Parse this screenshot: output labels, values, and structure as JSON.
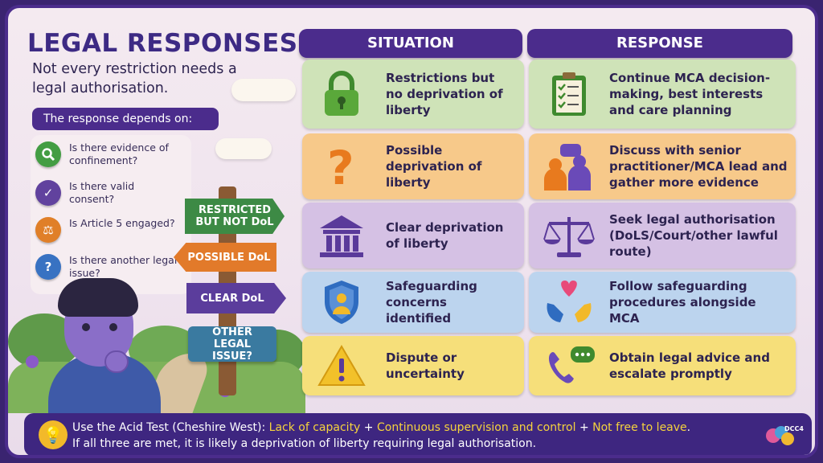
{
  "title": "LEGAL RESPONSES",
  "subtitle": "Not every restriction needs a legal authorisation.",
  "depends_label": "The response depends on:",
  "questions": [
    {
      "text": "Is there evidence of confinement?",
      "icon": "search-icon",
      "color": "#3a9a3a"
    },
    {
      "text": "Is there valid consent?",
      "icon": "check-icon",
      "color": "#5a3a9a"
    },
    {
      "text": "Is Article 5 engaged?",
      "icon": "scales-icon",
      "color": "#e07a1e"
    },
    {
      "text": "Is there another legal issue?",
      "icon": "question-icon",
      "color": "#2f6cc0"
    }
  ],
  "signposts": [
    {
      "label": "RESTRICTED BUT NOT DoL",
      "color": "#3d8a45"
    },
    {
      "label": "POSSIBLE DoL",
      "color": "#e27a2a"
    },
    {
      "label": "CLEAR DoL",
      "color": "#5b3d9c"
    },
    {
      "label": "OTHER LEGAL ISSUE?",
      "color": "#3a7aa0"
    }
  ],
  "headers": {
    "situation": "SITUATION",
    "response": "RESPONSE"
  },
  "rows": [
    {
      "situation": "Restrictions but no deprivation of liberty",
      "response": "Continue MCA decision-making, best interests and care planning",
      "situation_icon": "padlock-icon",
      "response_icon": "clipboard-checklist-icon",
      "bg": "#cfe3b8"
    },
    {
      "situation": "Possible deprivation of liberty",
      "response": "Discuss with senior practitioner/MCA lead and gather more evidence",
      "situation_icon": "question-mark-icon",
      "response_icon": "people-discussion-icon",
      "bg": "#f7c98a"
    },
    {
      "situation": "Clear deprivation of liberty",
      "response": "Seek legal authorisation (DoLS/Court/other lawful route)",
      "situation_icon": "courthouse-icon",
      "response_icon": "scales-icon",
      "bg": "#d5c1e4"
    },
    {
      "situation": "Safeguarding concerns identified",
      "response": "Follow safeguarding procedures alongside MCA",
      "situation_icon": "shield-person-icon",
      "response_icon": "hands-heart-icon",
      "bg": "#bcd4ee"
    },
    {
      "situation": "Dispute or uncertainty",
      "response": "Obtain legal advice and escalate promptly",
      "situation_icon": "warning-icon",
      "response_icon": "phone-chat-icon",
      "bg": "#f6df7a"
    }
  ],
  "footer": {
    "intro": "Use the Acid Test (Cheshire West): ",
    "c1": "Lack of capacity",
    "plus1": " + ",
    "c2": "Continuous supervision and control",
    "plus2": " + ",
    "c3": "Not free to leave",
    "end": ".",
    "line2": "If all three are met, it is likely a deprivation of liberty requiring legal authorisation.",
    "icon": "lightbulb-icon",
    "logo_text": "DCC4"
  }
}
